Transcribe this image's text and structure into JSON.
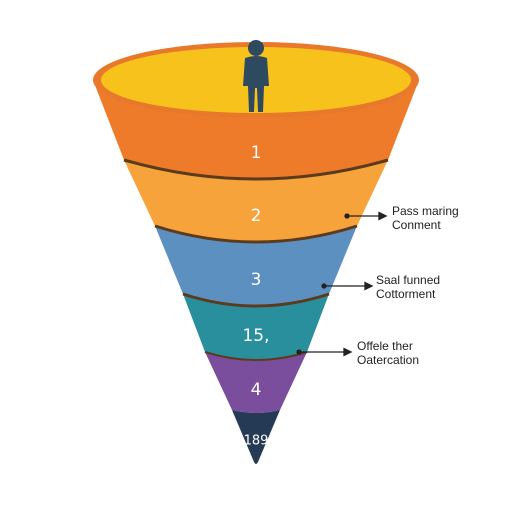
{
  "funnel": {
    "colors": {
      "rim": "#e8792a",
      "rim_top": "#f7c21c",
      "stage_1": "#ee7b2a",
      "stage_2": "#f6a33b",
      "stage_3": "#5b90c1",
      "stage_15": "#2a8f9c",
      "stage_4": "#7b4e9d",
      "tip": "#243a55",
      "separator": "#5c3a1e",
      "person": "#2d4a61"
    },
    "stages": [
      {
        "label": "1"
      },
      {
        "label": "2"
      },
      {
        "label": "3"
      },
      {
        "label": "15,"
      },
      {
        "label": "4"
      },
      {
        "label": "189"
      }
    ]
  },
  "annotations": [
    {
      "line1": "Pass maring",
      "line2": "Conment"
    },
    {
      "line1": "Saal funned",
      "line2": "Cottorment"
    },
    {
      "line1": "Offele ther",
      "line2": "Oatercation"
    }
  ]
}
